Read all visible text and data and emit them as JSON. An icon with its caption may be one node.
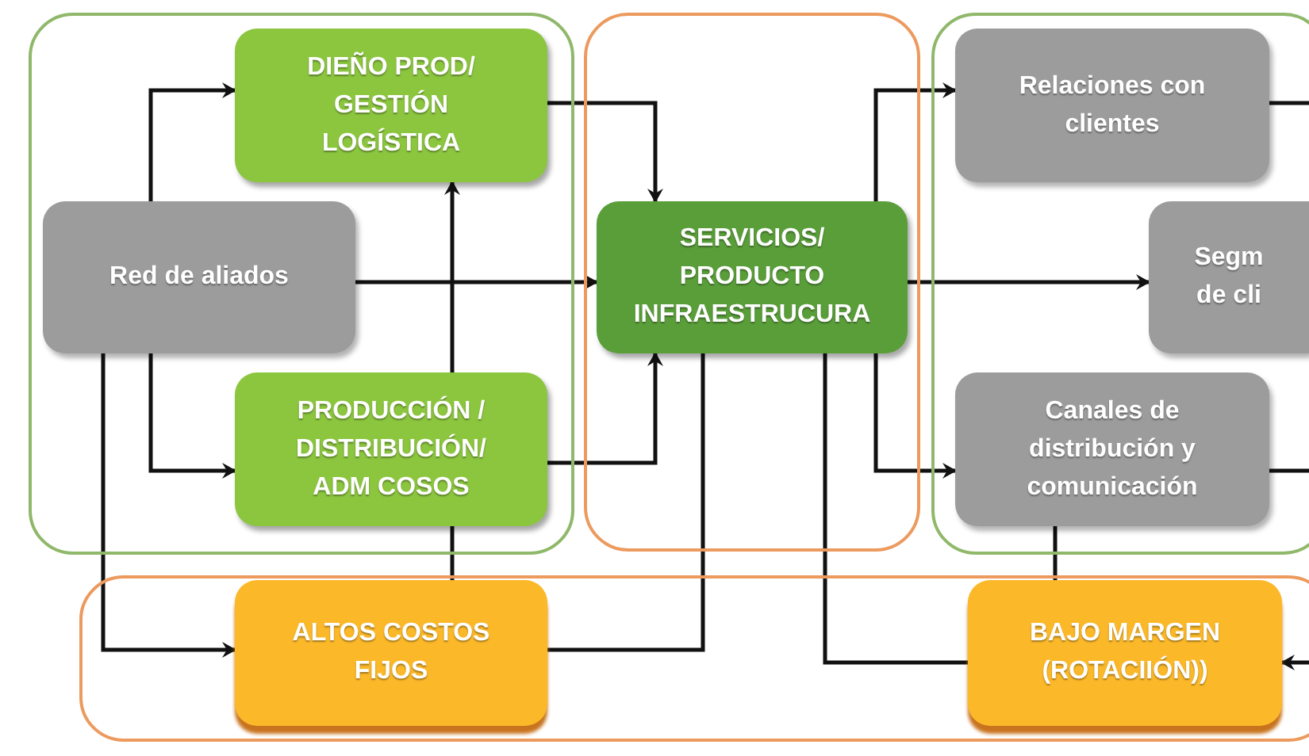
{
  "diagram": {
    "nodes": [
      {
        "text": [],
        "shape": "box"
      },
      {
        "text": [
          "DIEÑO PROD/ GESTIÓN LOGÍSTICA"
        ],
        "in": 0
      },
      {
        "text": [
          "Red de aliados"
        ],
        "in": 0
      },
      {
        "text": [
          "PRODUCCIÓN / DISTRIBUCIÓN/ ADM COSOS"
        ],
        "in": 0
      },
      {
        "text": [],
        "shape": "box"
      },
      {
        "text": [
          "SERVICIOS/ PRODUCTO INFRAESTRUCURA"
        ],
        "in": 4
      },
      {
        "text": [],
        "shape": "box"
      },
      {
        "text": [
          "Relaciones con clientes"
        ],
        "in": 6
      },
      {
        "text": [
          "Segm de cli"
        ],
        "in": 6
      },
      {
        "text": [
          "Canales de distribución y comunicación"
        ],
        "in": 6
      },
      {
        "text": [],
        "shape": "box"
      },
      {
        "text": [
          "ALTOS COSTOS FIJOS"
        ],
        "in": 10
      },
      {
        "text": [
          "BAJO MARGEN (ROTACIIÓN))"
        ],
        "in": 10
      }
    ],
    "edges": [
      {
        "from": 2,
        "to": 1,
        "arrow": "to"
      },
      {
        "from": 2,
        "to": 3,
        "arrow": "to"
      },
      {
        "from": 2,
        "to": 5,
        "arrow": "to"
      },
      {
        "from": 2,
        "to": 11,
        "arrow": "to"
      },
      {
        "from": 1,
        "to": 5,
        "arrow": "to"
      },
      {
        "from": 3,
        "to": 5,
        "arrow": "to"
      },
      {
        "from": 3,
        "to": 1,
        "arrow": "to"
      },
      {
        "from": 11,
        "to": 3,
        "arrow": "none"
      },
      {
        "from": 11,
        "to": 5,
        "arrow": "none"
      },
      {
        "from": 5,
        "to": 12,
        "arrow": "none"
      },
      {
        "from": 5,
        "to": 7,
        "arrow": "to"
      },
      {
        "from": 5,
        "to": 9,
        "arrow": "to"
      },
      {
        "from": 5,
        "to": 8,
        "arrow": "to"
      },
      {
        "from": 7,
        "to": null,
        "arrow": "none"
      },
      {
        "from": 9,
        "to": null,
        "arrow": "none"
      },
      {
        "from": 9,
        "to": 12,
        "arrow": "none"
      },
      {
        "from": null,
        "to": 12,
        "arrow": "to"
      }
    ]
  }
}
